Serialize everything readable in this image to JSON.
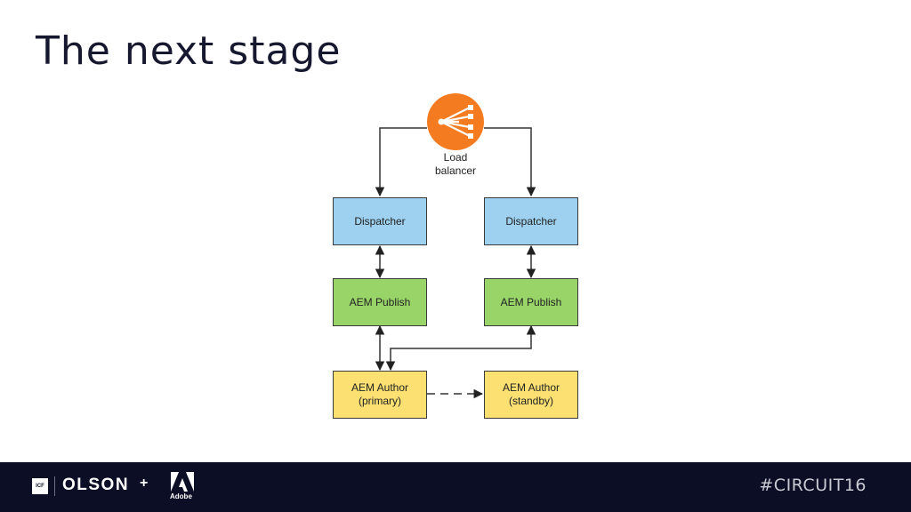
{
  "slide": {
    "title": "The next stage"
  },
  "diagram": {
    "load_balancer": {
      "label": "Load\nbalancer"
    },
    "dispatcher_left": {
      "label": "Dispatcher"
    },
    "dispatcher_right": {
      "label": "Dispatcher"
    },
    "publish_left": {
      "label": "AEM Publish"
    },
    "publish_right": {
      "label": "AEM Publish"
    },
    "author_primary": {
      "label": "AEM Author\n(primary)"
    },
    "author_standby": {
      "label": "AEM Author\n(standby)"
    },
    "colors": {
      "load_balancer": "#f47b20",
      "dispatcher": "#9ed0f0",
      "publish": "#98d468",
      "author": "#fde072"
    },
    "icons": {
      "load_balancer": "network-distribution-icon"
    }
  },
  "footer": {
    "icf_logo": "ICF",
    "olson_logo": "OLSON",
    "plus": "+",
    "adobe_text": "Adobe",
    "hashtag": "#CIRCUIT16"
  }
}
